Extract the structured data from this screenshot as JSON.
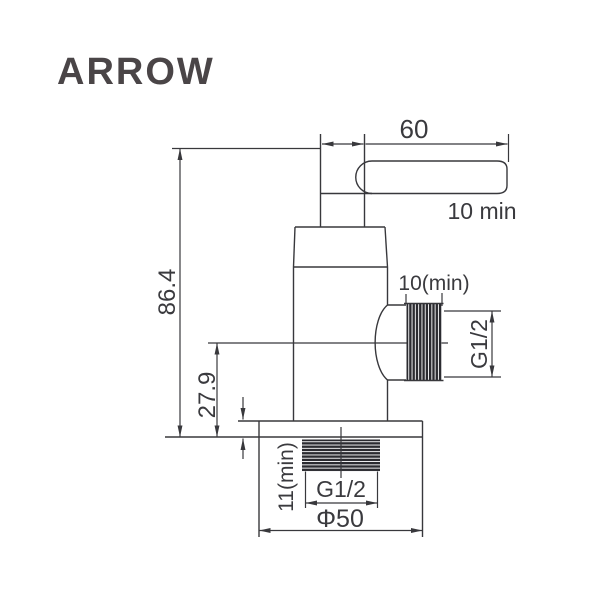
{
  "brand": {
    "name": "ARROW"
  },
  "dimensions": {
    "handle_length": "60",
    "handle_clearance": "10 min",
    "overall_height": "86.4",
    "outlet_center_height": "27.9",
    "side_thread_min_length": "10(min)",
    "side_thread_spec": "G1/2",
    "bottom_thread_min_length": "11(min)",
    "bottom_thread_spec": "G1/2",
    "flange_diameter": "Φ50"
  },
  "colors": {
    "line": "#38383c",
    "thread_fill": "#2b2b30",
    "text": "#3a3a3e",
    "logo": "#4a4547",
    "background": "#ffffff"
  }
}
